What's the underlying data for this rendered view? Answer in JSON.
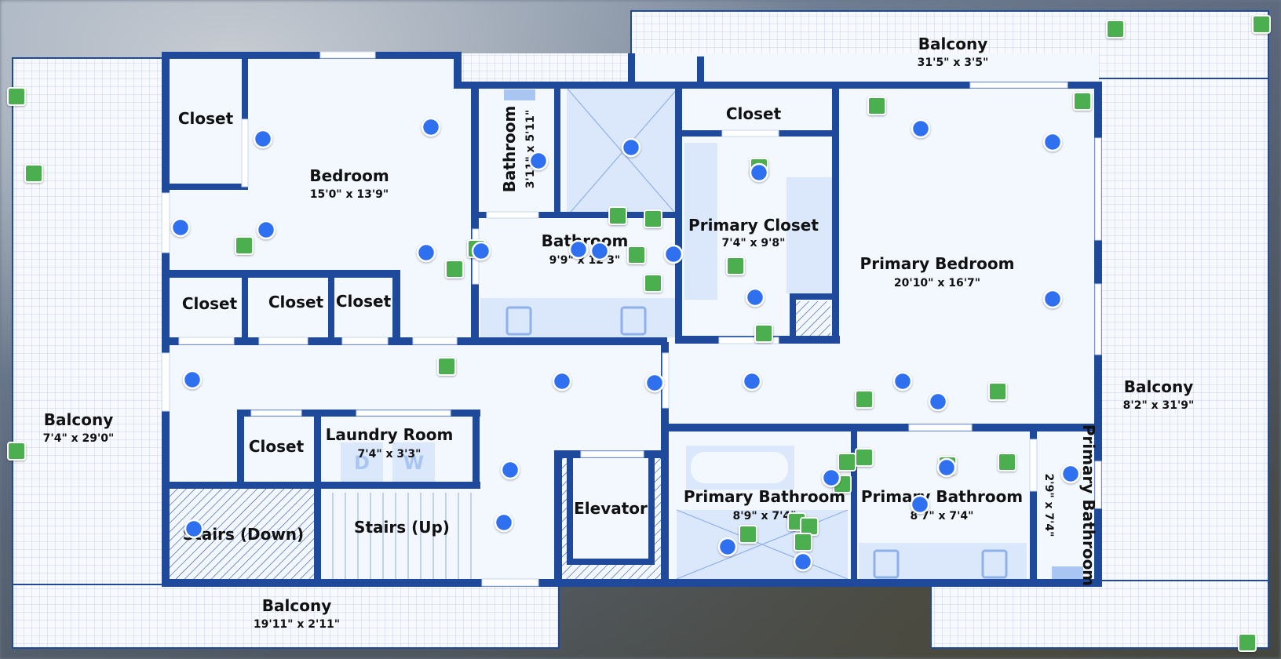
{
  "rooms": [
    {
      "key": "closet_1",
      "label": "Closet",
      "dims": ""
    },
    {
      "key": "bedroom",
      "label": "Bedroom",
      "dims": "15'0\" x 13'9\""
    },
    {
      "key": "bathroom_small",
      "label": "Bathroom",
      "dims": "3'11\" x 5'11\""
    },
    {
      "key": "bathroom",
      "label": "Bathroom",
      "dims": "9'9\" x 12'3\""
    },
    {
      "key": "closet_top",
      "label": "Closet",
      "dims": ""
    },
    {
      "key": "primary_closet",
      "label": "Primary Closet",
      "dims": "7'4\" x 9'8\""
    },
    {
      "key": "primary_bedroom",
      "label": "Primary Bedroom",
      "dims": "20'10\" x 16'7\""
    },
    {
      "key": "closet_2",
      "label": "Closet",
      "dims": ""
    },
    {
      "key": "closet_3",
      "label": "Closet",
      "dims": ""
    },
    {
      "key": "closet_4",
      "label": "Closet",
      "dims": ""
    },
    {
      "key": "closet_5",
      "label": "Closet",
      "dims": ""
    },
    {
      "key": "laundry_room",
      "label": "Laundry Room",
      "dims": "7'4\" x 3'3\""
    },
    {
      "key": "stairs_down",
      "label": "Stairs (Down)",
      "dims": ""
    },
    {
      "key": "stairs_up",
      "label": "Stairs (Up)",
      "dims": ""
    },
    {
      "key": "elevator",
      "label": "Elevator",
      "dims": ""
    },
    {
      "key": "primary_bathroom_1",
      "label": "Primary Bathroom",
      "dims": "8'9\" x 7'4\""
    },
    {
      "key": "primary_bathroom_2",
      "label": "Primary Bathroom",
      "dims": "8'7\" x 7'4\""
    },
    {
      "key": "primary_bathroom_3",
      "label": "Primary Bathroom",
      "dims": "2'9\" x 7'4\""
    },
    {
      "key": "balcony_top",
      "label": "Balcony",
      "dims": "31'5\" x 3'5\""
    },
    {
      "key": "balcony_left",
      "label": "Balcony",
      "dims": "7'4\" x 29'0\""
    },
    {
      "key": "balcony_right",
      "label": "Balcony",
      "dims": "8'2\" x 31'9\""
    },
    {
      "key": "balcony_bottom",
      "label": "Balcony",
      "dims": "19'11\" x 2'11\""
    }
  ],
  "appliances": {
    "dryer": "D",
    "washer": "W"
  },
  "colors": {
    "wall": "#1f4a9c",
    "room_fill": "#f3f8ff",
    "wet_fill": "#dbe8fb",
    "balcony_fill": "#f6f8fc",
    "marker_blue": "#2f6ff0",
    "marker_green": "#4caf50"
  },
  "marker_icons": {
    "blue": "circle-marker-icon",
    "green": "square-marker-icon"
  }
}
